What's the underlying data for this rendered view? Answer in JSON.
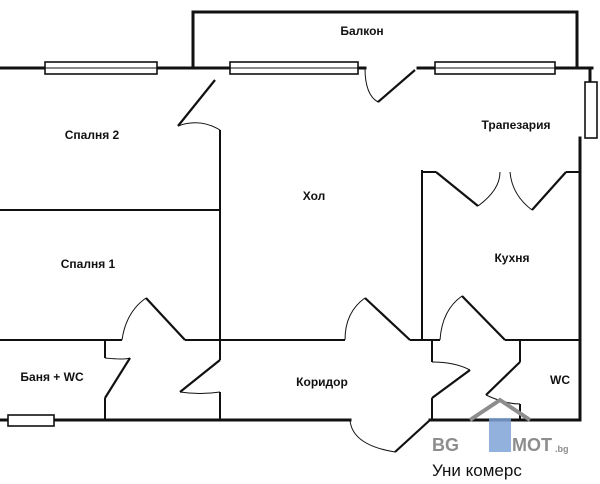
{
  "rooms": {
    "balcony": "Балкон",
    "bedroom2": "Спалня 2",
    "dining": "Трапезария",
    "hall": "Хол",
    "kitchen": "Кухня",
    "bedroom1": "Спалня 1",
    "bath": "Баня + WC",
    "corridor": "Коридор",
    "wc": "WC"
  },
  "watermark": {
    "logo_text": "BG IMOT .bg",
    "company": "Уни комерс",
    "colors": {
      "grey": "#8d8d8d",
      "blue": "#7fa3d6"
    }
  }
}
